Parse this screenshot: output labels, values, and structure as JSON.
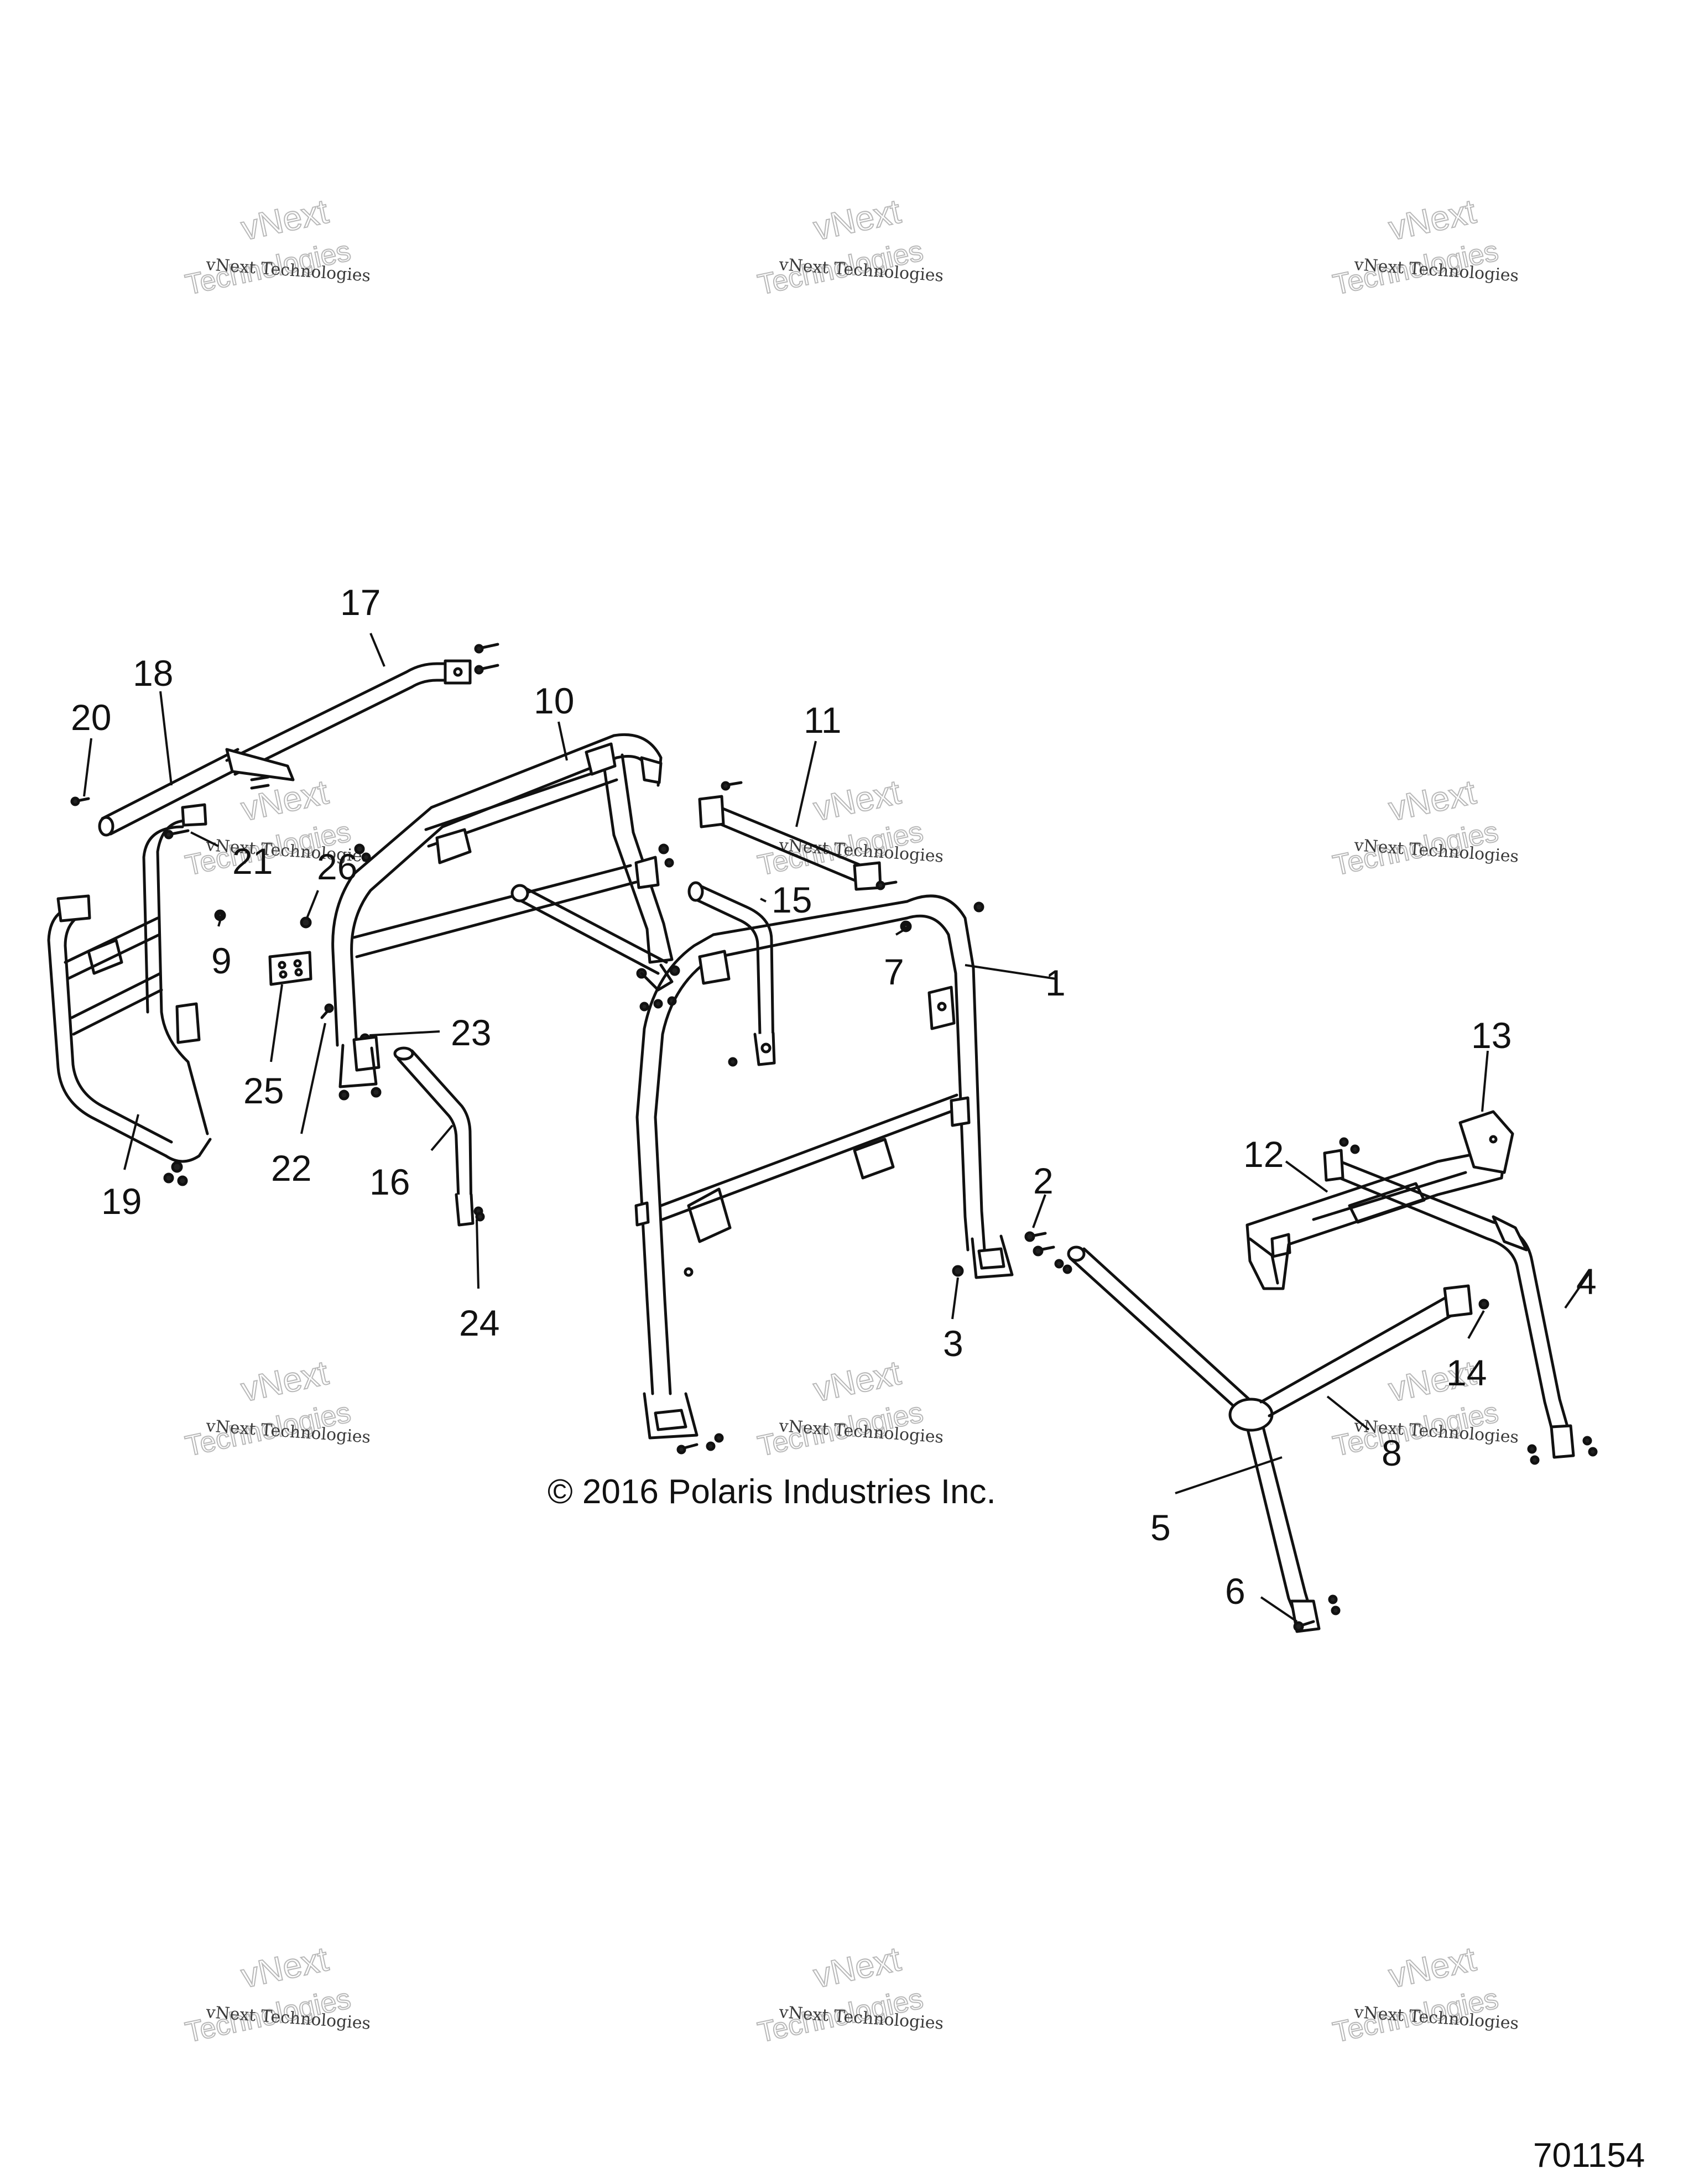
{
  "watermark": {
    "line1": "vNext",
    "line2": "Technologies",
    "small": "vNext Technologies"
  },
  "copyright": "© 2016 Polaris Industries Inc.",
  "diagram_id": "701154",
  "callouts": [
    {
      "id": "1",
      "label": "1"
    },
    {
      "id": "2",
      "label": "2"
    },
    {
      "id": "3",
      "label": "3"
    },
    {
      "id": "4",
      "label": "4"
    },
    {
      "id": "5",
      "label": "5"
    },
    {
      "id": "6",
      "label": "6"
    },
    {
      "id": "7",
      "label": "7"
    },
    {
      "id": "8",
      "label": "8"
    },
    {
      "id": "9",
      "label": "9"
    },
    {
      "id": "10",
      "label": "10"
    },
    {
      "id": "11",
      "label": "11"
    },
    {
      "id": "12",
      "label": "12"
    },
    {
      "id": "13",
      "label": "13"
    },
    {
      "id": "14",
      "label": "14"
    },
    {
      "id": "15",
      "label": "15"
    },
    {
      "id": "16",
      "label": "16"
    },
    {
      "id": "17",
      "label": "17"
    },
    {
      "id": "18",
      "label": "18"
    },
    {
      "id": "19",
      "label": "19"
    },
    {
      "id": "20",
      "label": "20"
    },
    {
      "id": "21",
      "label": "21"
    },
    {
      "id": "22",
      "label": "22"
    },
    {
      "id": "23",
      "label": "23"
    },
    {
      "id": "24",
      "label": "24"
    },
    {
      "id": "25",
      "label": "25"
    },
    {
      "id": "26",
      "label": "26"
    }
  ]
}
